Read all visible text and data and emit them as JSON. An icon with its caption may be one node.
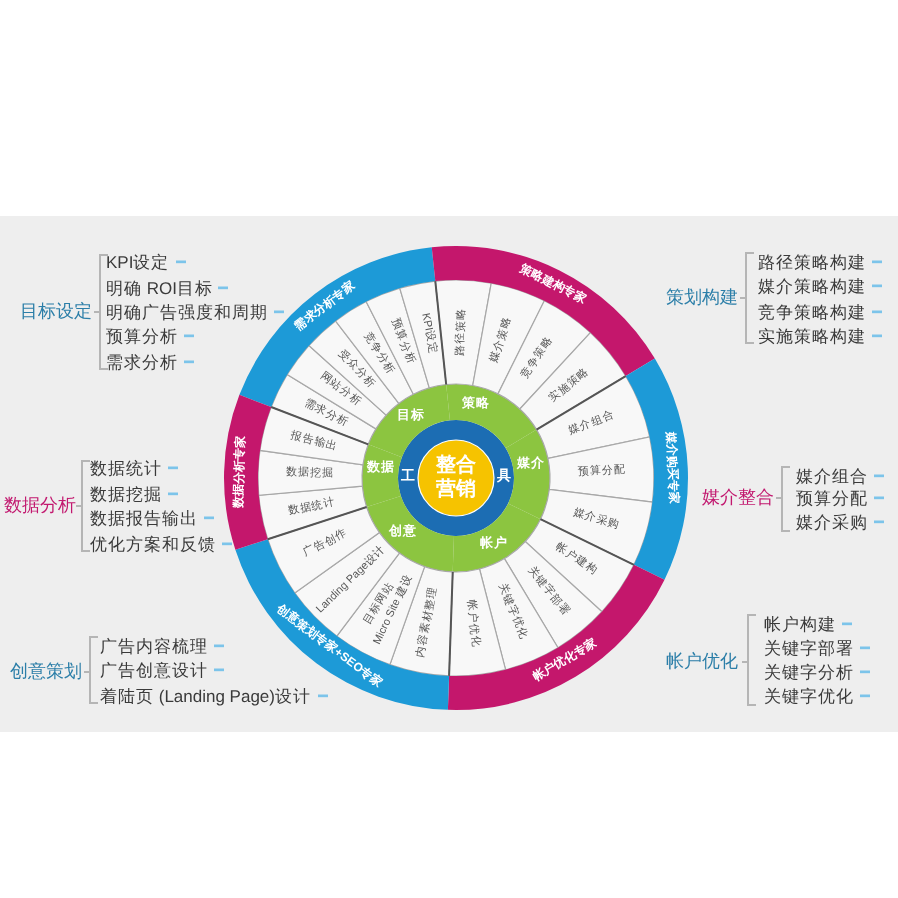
{
  "diagram": {
    "nodes": [
      {
        "text": [
          "工",
          "具"
        ]
      },
      {
        "text": [
          "整合营销"
        ],
        "in": 0
      },
      {
        "text": [
          "目标"
        ]
      },
      {
        "text": [
          "策略"
        ]
      },
      {
        "text": [
          "媒介"
        ]
      },
      {
        "text": [
          "帐户"
        ]
      },
      {
        "text": [
          "创意"
        ]
      },
      {
        "text": [
          "数据"
        ]
      },
      {
        "text": [
          "需求分析"
        ]
      },
      {
        "text": [
          "网站分析"
        ]
      },
      {
        "text": [
          "受众分析"
        ]
      },
      {
        "text": [
          "竞争分析"
        ]
      },
      {
        "text": [
          "预算分析"
        ]
      },
      {
        "text": [
          "KPI设定"
        ]
      },
      {
        "text": [
          "路径策略"
        ]
      },
      {
        "text": [
          "媒介策略"
        ]
      },
      {
        "text": [
          "竞争策略"
        ]
      },
      {
        "text": [
          "实施策略"
        ]
      },
      {
        "text": [
          "媒介组合"
        ]
      },
      {
        "text": [
          "预算分配"
        ]
      },
      {
        "text": [
          "媒介采购"
        ]
      },
      {
        "text": [
          "帐户建构"
        ]
      },
      {
        "text": [
          "关键字部署"
        ]
      },
      {
        "text": [
          "关键字优化"
        ]
      },
      {
        "text": [
          "帐户优化"
        ]
      },
      {
        "text": [
          "内容素材整理"
        ]
      },
      {
        "text": [
          "目标网站",
          "Micro Site 建设"
        ]
      },
      {
        "text": [
          "Landing Page设计"
        ]
      },
      {
        "text": [
          "广告创作"
        ]
      },
      {
        "text": [
          "数据统计"
        ]
      },
      {
        "text": [
          "数据挖掘"
        ]
      },
      {
        "text": [
          "报告输出"
        ]
      },
      {
        "text": [
          "需求分析专家"
        ]
      },
      {
        "text": [
          "策略建构专家"
        ]
      },
      {
        "text": [
          "媒介购买专家"
        ]
      },
      {
        "text": [
          "帐户优化专家"
        ]
      },
      {
        "text": [
          "创意策划专家+SEO专家"
        ]
      },
      {
        "text": [
          "数据分析专家"
        ]
      }
    ],
    "labels": [
      "目标设定",
      "KPI设定",
      "明确 ROI目标",
      "明确广告强度和周期",
      "预算分析",
      "需求分析",
      "策划构建",
      "路径策略构建",
      "媒介策略构建",
      "竞争策略构建",
      "实施策略构建",
      "数据分析",
      "数据统计",
      "数据挖掘",
      "数据报告输出",
      "优化方案和反馈",
      "媒介整合",
      "媒介组合",
      "预算分配",
      "媒介采购",
      "创意策划",
      "广告内容梳理",
      "广告创意设计",
      "着陆页 (Landing Page)设计",
      "帐户优化",
      "帐户构建",
      "关键字部署",
      "关键字分析",
      "关键字优化"
    ]
  }
}
